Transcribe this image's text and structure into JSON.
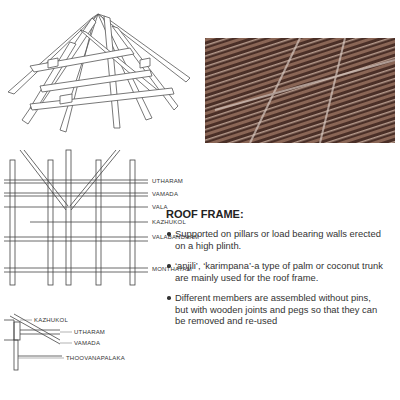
{
  "diagram": {
    "title": "ROOF FRAME:",
    "labels": [
      "UTHARAM",
      "VAMADA",
      "VALA",
      "KAZHUKOL",
      "VALABANDHAM",
      "MONTHAYAM",
      "KAZHUKOL",
      "UTHARAM",
      "VAMADA",
      "THOOVANAPALAKA",
      "Supported on pillars or load bearing walls erected on a high plinth.",
      "‘anjili’, ‘karimpana’-a type of palm or coconut trunk are mainly used for the roof frame.",
      "Different members are assembled without pins, but with wooden joints and pegs so that they can be removed and re-used"
    ]
  }
}
